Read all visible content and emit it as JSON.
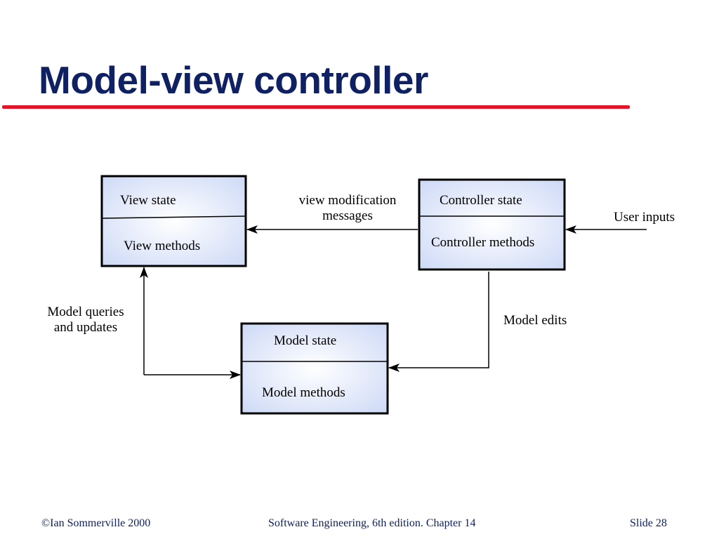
{
  "slide": {
    "title": "Model-view controller"
  },
  "diagram": {
    "view_box": {
      "state": "View state",
      "methods": "View methods"
    },
    "controller_box": {
      "state": "Controller state",
      "methods": "Controller methods"
    },
    "model_box": {
      "state": "Model state",
      "methods": "Model methods"
    },
    "labels": {
      "view_modification_line1": "view modification",
      "view_modification_line2": "messages",
      "user_inputs": "User inputs",
      "model_edits": "Model edits",
      "model_queries_line1": "Model queries",
      "model_queries_line2": "and updates"
    }
  },
  "footer": {
    "copyright": "©Ian Sommerville 2000",
    "book": "Software Engineering, 6th edition. Chapter 14",
    "slide_number": "Slide 28"
  },
  "colors": {
    "title": "#0f2163",
    "rule": "#e3152a",
    "box_fill_center": "#ffffff",
    "box_fill_edge": "#cdd9f6"
  }
}
